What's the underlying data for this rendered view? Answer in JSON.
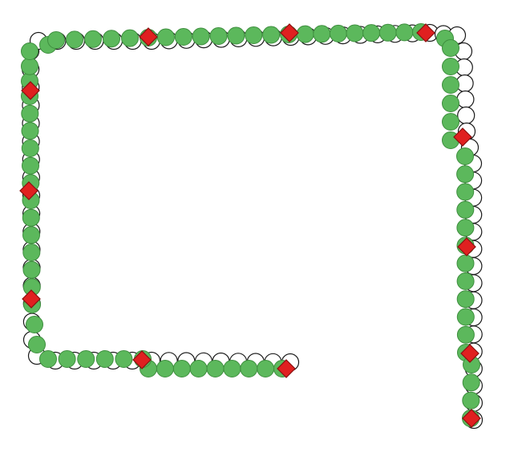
{
  "colors": {
    "background": "#ffffff",
    "outline_marker_stroke": "#1a1a1a",
    "outline_marker_fill": "#ffffff",
    "green_marker_fill": "#5cb85c",
    "green_marker_stroke": "#3e8e3e",
    "diamond_fill": "#e02020",
    "diamond_stroke": "#8a1010"
  },
  "marker_shapes": {
    "outline": "circle",
    "green": "circle",
    "red": "diamond"
  }
}
